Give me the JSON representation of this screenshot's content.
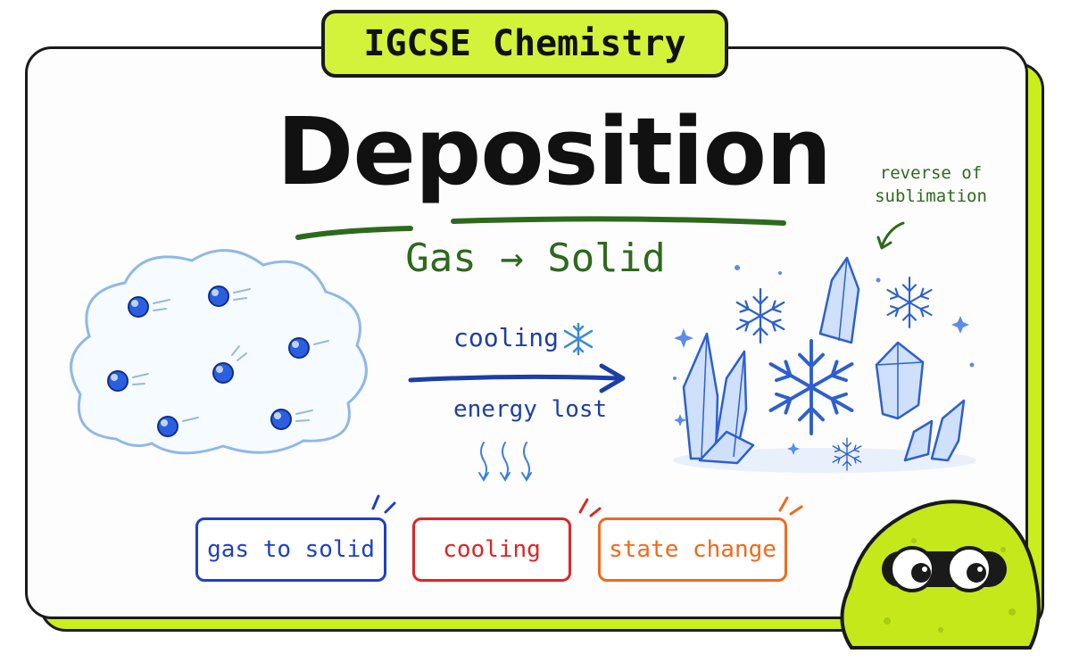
{
  "header": {
    "badge": "IGCSE Chemistry"
  },
  "main": {
    "title": "Deposition",
    "subtitle": "Gas → Solid",
    "note": "reverse of sublimation",
    "process": {
      "cooling": "cooling",
      "energy": "energy lost"
    }
  },
  "tags": [
    {
      "label": "gas to solid",
      "color": "#1f3fc7"
    },
    {
      "label": "cooling",
      "color": "#e02424"
    },
    {
      "label": "state change",
      "color": "#f06a1c"
    }
  ],
  "colors": {
    "accent_green": "#c9ee1c",
    "title_green": "#2d6a1c",
    "arrow_blue": "#1d3ea6",
    "particle_blue": "#2c5fe0"
  },
  "icons": [
    "snowflake-icon",
    "gas-particle-icon",
    "ice-crystal-icon",
    "mascot-blob-icon",
    "arrow-right-icon"
  ]
}
